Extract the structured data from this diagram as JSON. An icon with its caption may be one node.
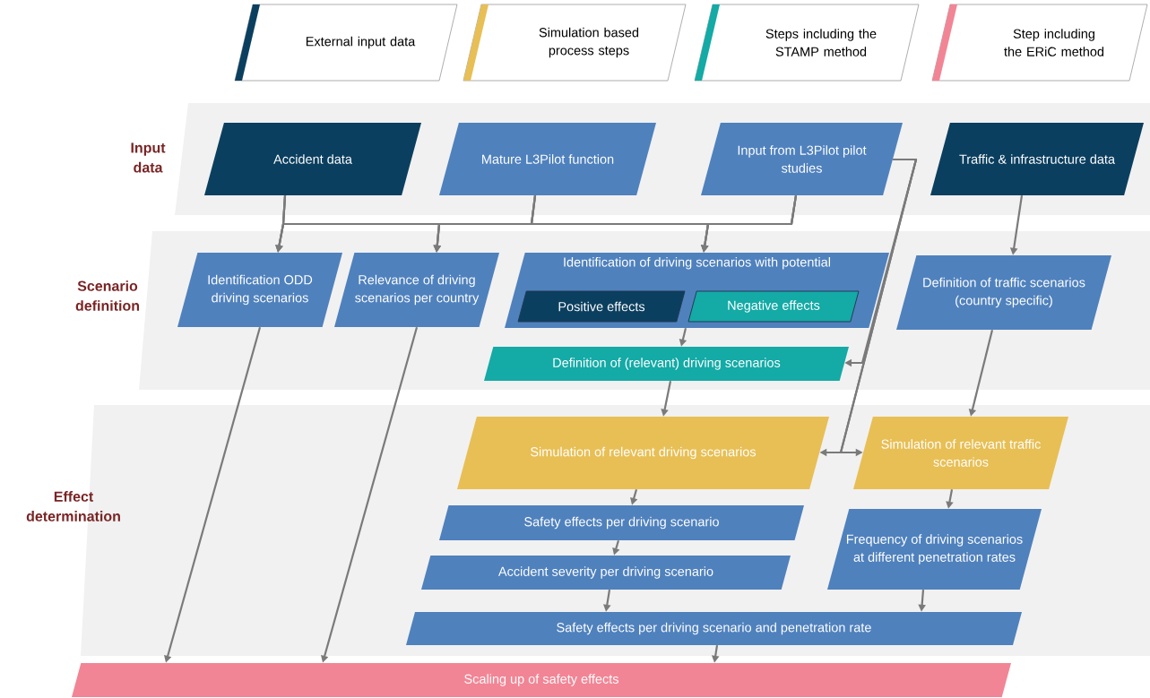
{
  "diagram": {
    "nodes": [
      {
        "text": [
          "Accident data"
        ]
      },
      {
        "text": [
          "Mature L3Pilot function"
        ]
      },
      {
        "text": [
          "Input from L3Pilot pilot studies"
        ]
      },
      {
        "text": [
          "Traffic & infrastructure data"
        ]
      },
      {
        "text": [
          "Identification ODD driving scenarios"
        ]
      },
      {
        "text": [
          "Relevance of driving scenarios per country"
        ]
      },
      {
        "text": [
          "Identification of driving scenarios with potential"
        ]
      },
      {
        "text": [
          "Positive effects"
        ],
        "in": 6
      },
      {
        "text": [
          "Negative effects"
        ],
        "in": 6
      },
      {
        "text": [
          "Definition of traffic scenarios (country specific)"
        ]
      },
      {
        "text": [
          "Definition of (relevant) driving scenarios"
        ]
      },
      {
        "text": [
          "Simulation of relevant driving scenarios"
        ]
      },
      {
        "text": [
          "Simulation of relevant traffic scenarios"
        ]
      },
      {
        "text": [
          "Safety effects per driving scenario"
        ]
      },
      {
        "text": [
          "Accident severity per driving scenario"
        ]
      },
      {
        "text": [
          "Frequency of driving scenarios at different penetration rates"
        ]
      },
      {
        "text": [
          "Safety effects per driving scenario and penetration rate"
        ]
      },
      {
        "text": [
          "Scaling up of safety effects"
        ]
      }
    ],
    "edges": [
      {
        "from": 0,
        "to": 4,
        "arrow": "to"
      },
      {
        "from": 0,
        "to": 5,
        "arrow": "to"
      },
      {
        "from": 0,
        "to": 6,
        "arrow": "to"
      },
      {
        "from": 1,
        "to": 4,
        "arrow": "to"
      },
      {
        "from": 1,
        "to": 5,
        "arrow": "to"
      },
      {
        "from": 1,
        "to": 6,
        "arrow": "to"
      },
      {
        "from": 2,
        "to": 4,
        "arrow": "to"
      },
      {
        "from": 2,
        "to": 5,
        "arrow": "to"
      },
      {
        "from": 2,
        "to": 6,
        "arrow": "to"
      },
      {
        "from": 2,
        "to": 10,
        "arrow": "to"
      },
      {
        "from": 2,
        "to": 11,
        "arrow": "to"
      },
      {
        "from": 2,
        "to": 12,
        "arrow": "to"
      },
      {
        "from": 3,
        "to": 9,
        "arrow": "to"
      },
      {
        "from": 4,
        "to": 17,
        "arrow": "to"
      },
      {
        "from": 5,
        "to": 17,
        "arrow": "to"
      },
      {
        "from": 6,
        "to": 10,
        "arrow": "to"
      },
      {
        "from": 9,
        "to": 12,
        "arrow": "to"
      },
      {
        "from": 10,
        "to": 11,
        "arrow": "to"
      },
      {
        "from": 11,
        "to": 13,
        "arrow": "to"
      },
      {
        "from": 12,
        "to": 15,
        "arrow": "to"
      },
      {
        "from": 13,
        "to": 14,
        "arrow": "to"
      },
      {
        "from": 14,
        "to": 16,
        "arrow": "to"
      },
      {
        "from": 15,
        "to": 16,
        "arrow": "to"
      },
      {
        "from": 16,
        "to": 17,
        "arrow": "to"
      }
    ],
    "labels": [
      "Input data",
      "Scenario definition",
      "Effect determination"
    ],
    "legend": [
      {
        "text": "External input data",
        "color": "#0b3f5f"
      },
      {
        "text": "Simulation based process steps",
        "color": "#e8bf55"
      },
      {
        "text": "Steps including the STAMP method",
        "color": "#14aaa6"
      },
      {
        "text": "Step including the ERiC method",
        "color": "#f28595"
      }
    ]
  }
}
